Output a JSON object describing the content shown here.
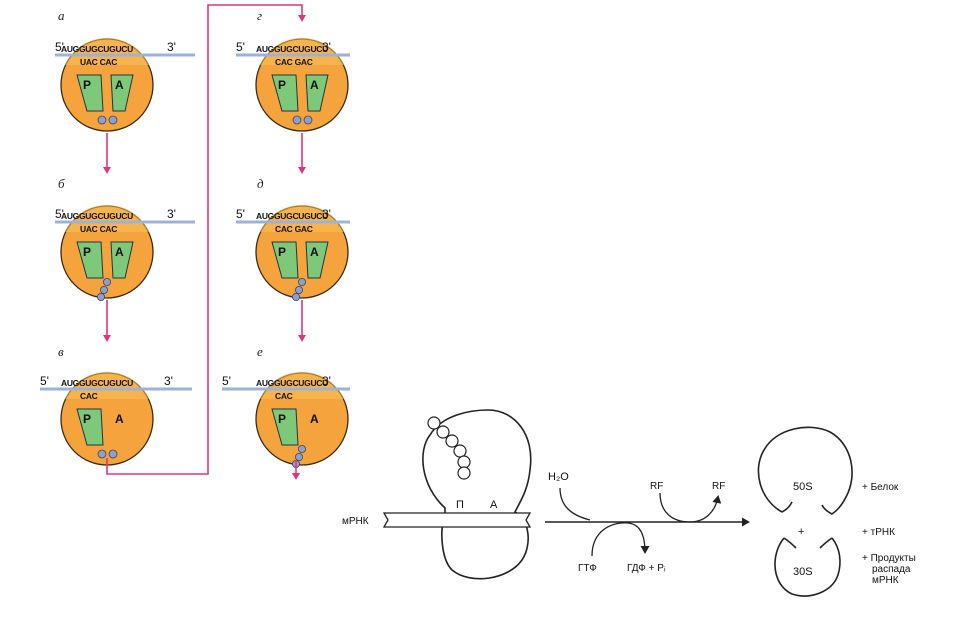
{
  "left_figure": {
    "panels": [
      {
        "letter": "а",
        "five": "5'",
        "three": "3'",
        "mrna": "AUGGUGCUGUCU",
        "anticodons": "UAC CAC",
        "p_site": "P",
        "a_site": "A",
        "a_trna": true,
        "beads": "two"
      },
      {
        "letter": "б",
        "five": "5'",
        "three": "3'",
        "mrna": "AUGGUGCUGUCU",
        "anticodons": "UAC CAC",
        "p_site": "P",
        "a_site": "A",
        "a_trna": true,
        "beads": "chain"
      },
      {
        "letter": "в",
        "five": "5'",
        "three": "3'",
        "mrna": "AUGGUGCUGUCU",
        "anticodons": "CAC",
        "p_site": "P",
        "a_site": "A",
        "a_trna": false,
        "beads": "two"
      },
      {
        "letter": "г",
        "five": "5'",
        "three": "3'",
        "mrna": "AUGGUGCUGUCU",
        "anticodons": "CAC GAC",
        "p_site": "P",
        "a_site": "A",
        "a_trna": true,
        "beads": "two"
      },
      {
        "letter": "д",
        "five": "5'",
        "three": "3'",
        "mrna": "AUGGUGCUGUCU",
        "anticodons": "CAC GAC",
        "p_site": "P",
        "a_site": "A",
        "a_trna": true,
        "beads": "chain"
      },
      {
        "letter": "е",
        "five": "5'",
        "three": "3'",
        "mrna": "AUGGUGCUGUCU",
        "anticodons": "CAC",
        "p_site": "P",
        "a_site": "A",
        "a_trna": false,
        "beads": "chain"
      }
    ],
    "colors": {
      "ribosome_fill": "#f5a33c",
      "mrna_line": "#9ab3d6",
      "trna_fill": "#7ec87a",
      "bead": "#8aa0d0",
      "arrow": "#e0357e"
    }
  },
  "right_figure": {
    "site_p": "П",
    "site_a": "А",
    "mrna_label": "мРНК",
    "water": "H₂O",
    "rf_in": "RF",
    "rf_out": "RF",
    "gtp": "ГТФ",
    "gdp": "ГДФ + Pᵢ",
    "subunit_large": "50S",
    "subunit_small": "30S",
    "plus": "+",
    "product_protein": "+ Белок",
    "product_trna": "+ тРНК",
    "product_decay_1": "+ Продукты",
    "product_decay_2": "распада",
    "product_decay_3": "мРНК",
    "colors": {
      "water": "#e3342f",
      "protein": "#e3342f",
      "line": "#222222"
    }
  }
}
